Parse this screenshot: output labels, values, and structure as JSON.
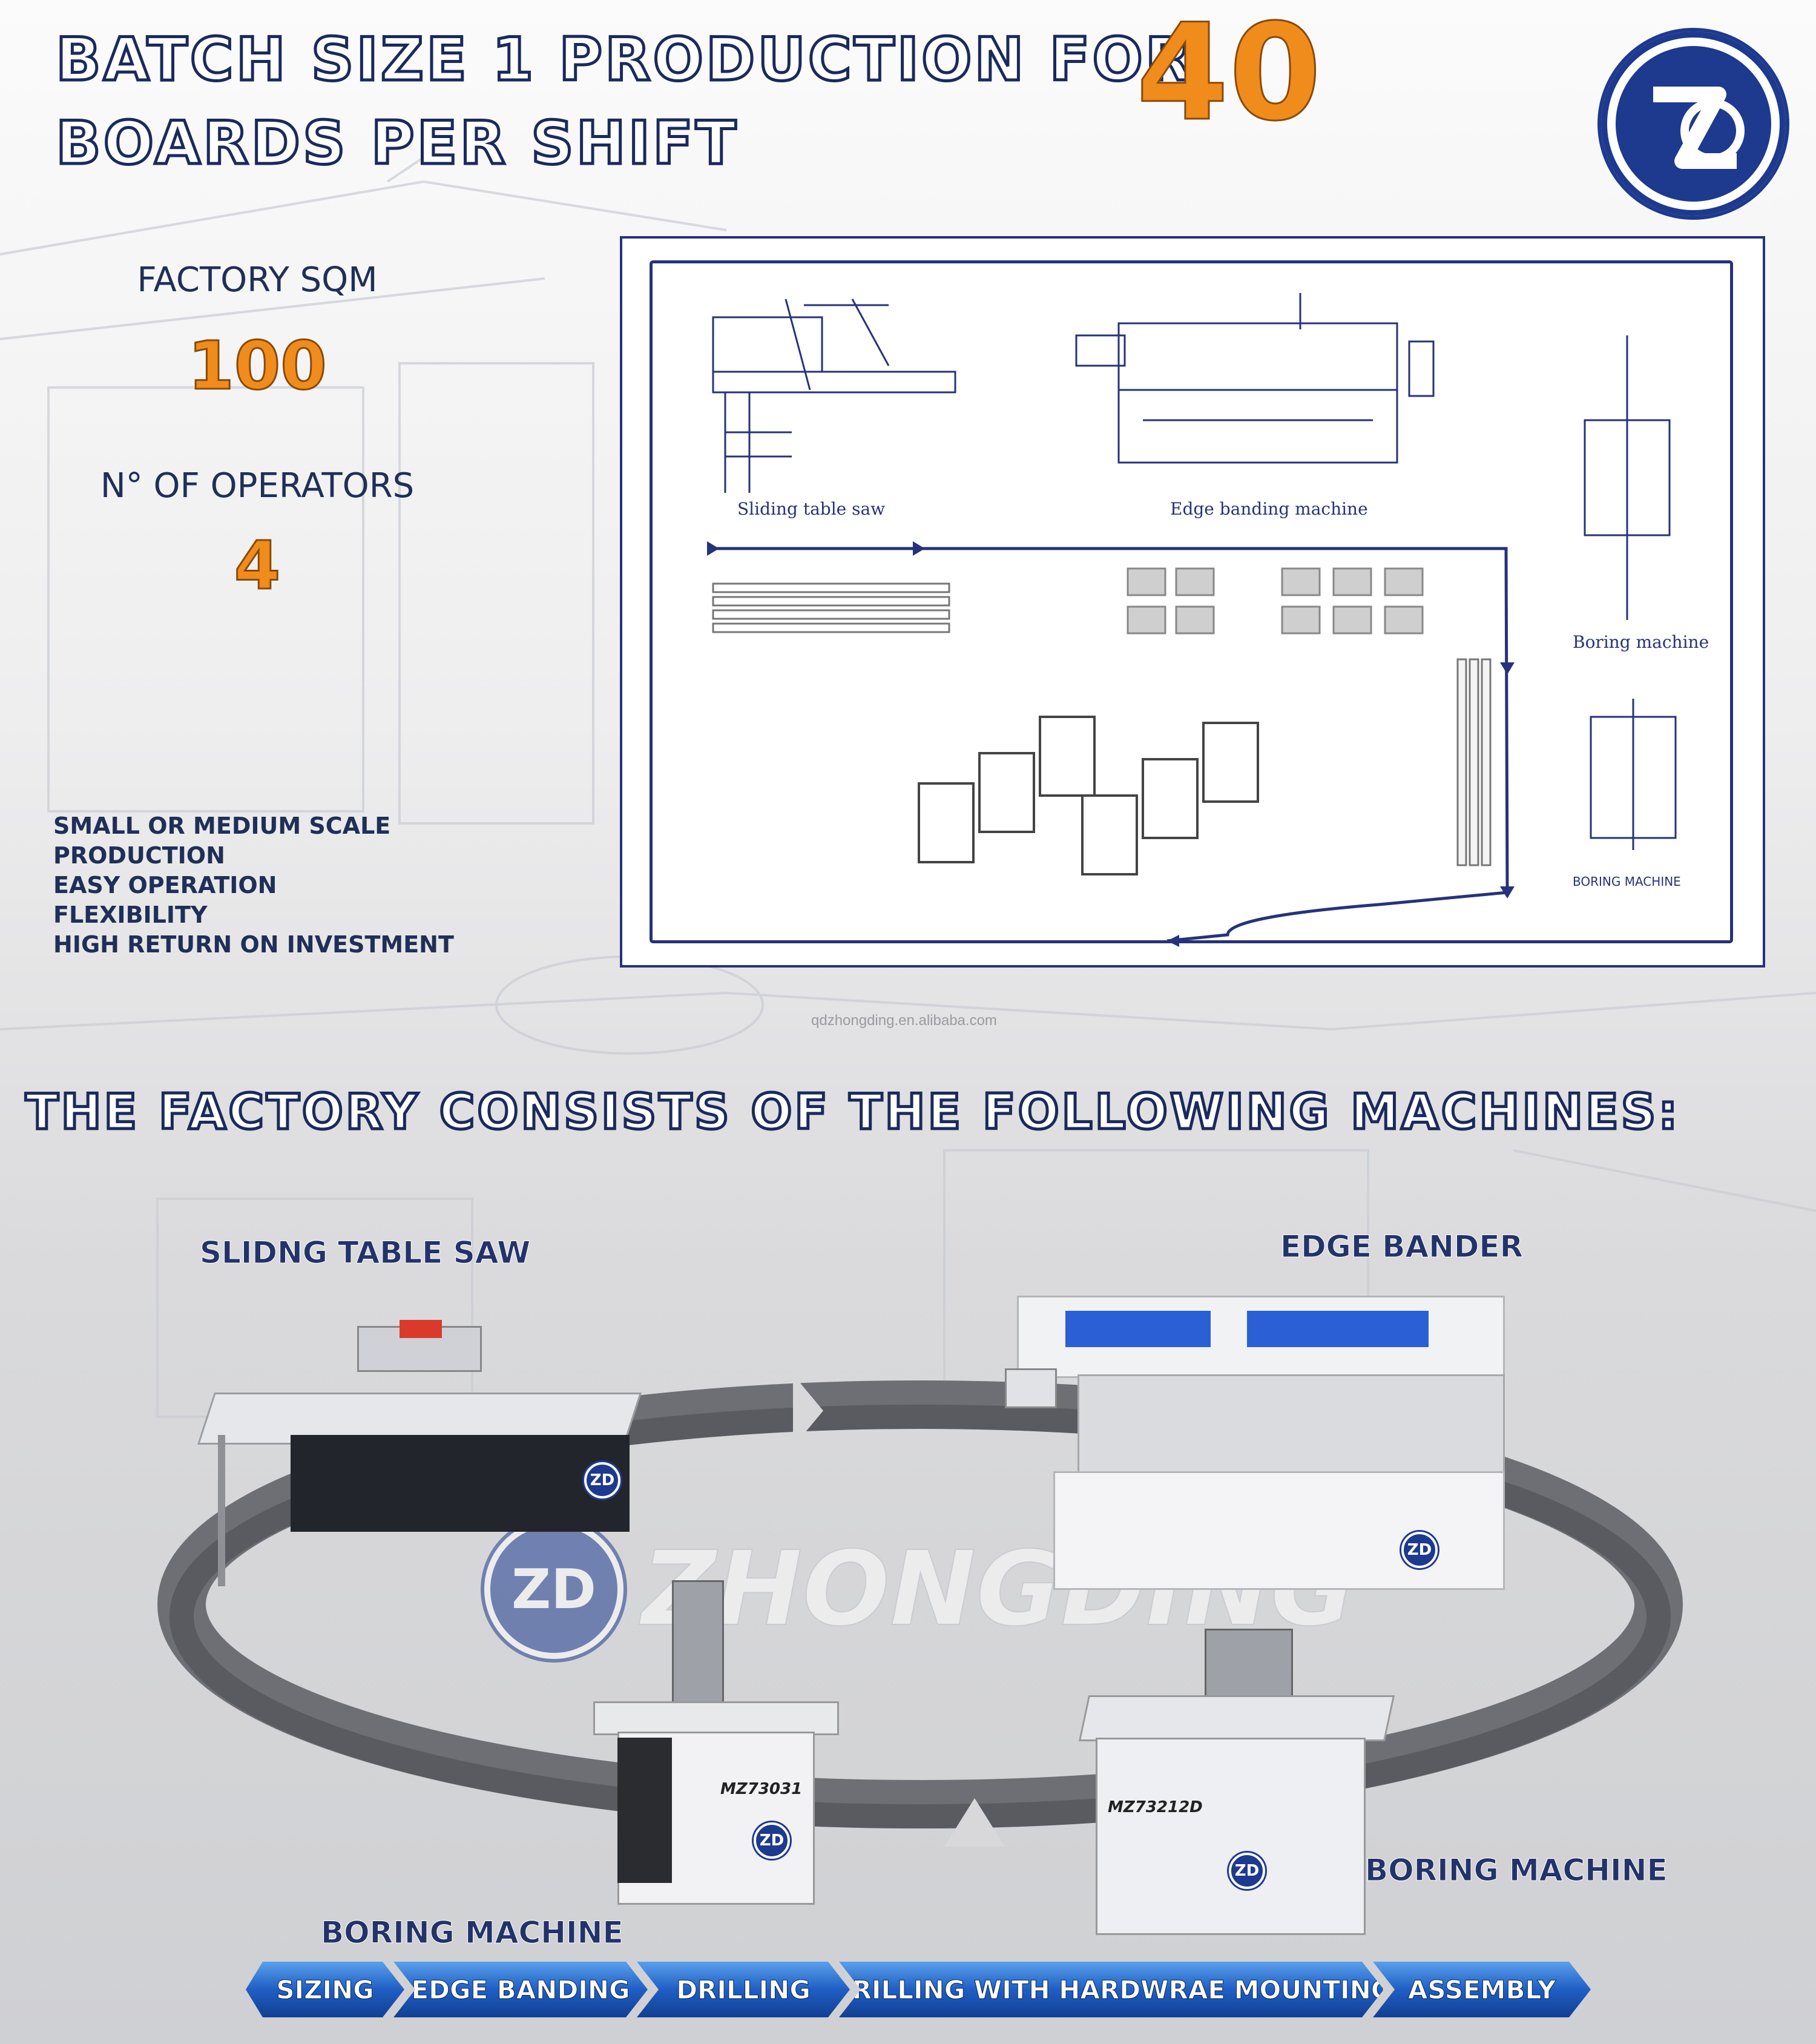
{
  "header": {
    "title_line1": "BATCH SIZE 1 PRODUCTION FOR",
    "title_number": "40",
    "title_line2": "BOARDS PER SHIFT"
  },
  "brand": {
    "logo_text": "ZD",
    "watermark_text": "ZHONGDING",
    "site_text": "qdzhongding.en.alibaba.com",
    "colors": {
      "navy": "#1d3a8f",
      "orange": "#f08c1c",
      "blue_step": "#1f5fc4"
    }
  },
  "stats": {
    "factory_label": "FACTORY SQM",
    "factory_value": "100",
    "operators_label": "N° OF OPERATORS",
    "operators_value": "4"
  },
  "features": [
    "SMALL OR MEDIUM SCALE",
    "PRODUCTION",
    "EASY OPERATION",
    "FLEXIBILITY",
    "HIGH RETURN ON INVESTMENT"
  ],
  "layout_plan": {
    "sliding_table_saw": "Sliding table saw",
    "edge_banding_machine": "Edge banding machine",
    "boring_machine_1": "Boring machine",
    "boring_machine_2": "BORING MACHINE"
  },
  "machines_heading": "THE FACTORY CONSISTS OF THE FOLLOWING MACHINES:",
  "machines": {
    "saw_label": "SLIDNG TABLE SAW",
    "bander_label": "EDGE BANDER",
    "boring_right_label": "BORING MACHINE",
    "boring_left_label": "BORING MACHINE",
    "boring_left_model": "MZ73031",
    "boring_right_model": "MZ73212D"
  },
  "steps": [
    "SIZING",
    "EDGE BANDING",
    "DRILLING",
    "DRILLING WITH HARDWRAE MOUNTING",
    "ASSEMBLY"
  ]
}
